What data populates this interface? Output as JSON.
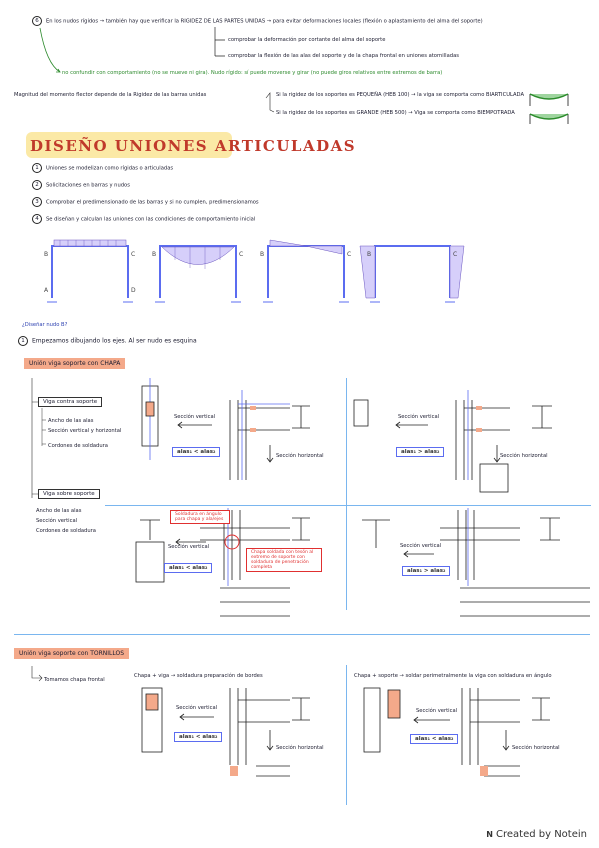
{
  "section1": {
    "num": "6",
    "intro": "En los nudos rígidos → también hay que verificar la RIGIDEZ DE LAS PARTES UNIDAS → para evitar deformaciones locales (flexión o aplastamiento del alma del soporte)",
    "branch1": "comprobar la deformación por cortante del alma del soporte",
    "branch2": "comprobar la flexión de las alas del soporte y de la chapa frontal en uniones atornilladas",
    "green_note": "no confundir con comportamiento (no se mueve ni gira). Nudo rígido: sí puede moverse y girar (no puede giros relativos entre extremos de barra)",
    "magnitude": "Magnitud del momento flector depende de la Rigidez de las barras unidas",
    "case1": "Si la rigidez de los soportes es PEQUEÑA (HEB 100) → la viga se comporta como BIARTICULADA",
    "case2": "Si la rigidez de los soportes es GRANDE (HEB 500) → Viga se comporta como BIEMPOTRADA"
  },
  "section2": {
    "title": "DISEÑO UNIONES ARTICULADAS",
    "items": [
      {
        "num": "1",
        "text": "Uniones se modelizan como rígidas o articuladas"
      },
      {
        "num": "2",
        "text": "Solicitaciones en barras y nudos"
      },
      {
        "num": "3",
        "text": "Comprobar el predimensionado de las barras y si no cumplen, predimensionamos"
      },
      {
        "num": "4",
        "text": "Se diseñan y calculan las uniones con las condiciones de comportamiento inicial"
      }
    ],
    "frame_labels": [
      "A",
      "B",
      "C",
      "D"
    ]
  },
  "section3": {
    "question": "¿Diseñar nudo B?",
    "step": "Empezamos dibujando los ejes. Al ser nudo es esquina",
    "union1": "Unión viga soporte con CHAPA",
    "viga_contra": "Viga contra soporte",
    "viga_contra_items": [
      "Ancho de las alas",
      "Sección vertical y horizontal",
      "Cordones de soldadura"
    ],
    "viga_sobre": "Viga sobre soporte",
    "viga_sobre_items": [
      "Ancho de las alas",
      "Sección vertical",
      "Cordones de soldadura"
    ],
    "seccion_vertical": "Sección vertical",
    "seccion_horizontal": "Sección horizontal",
    "cmp_lt": "alas₁ < alas₂",
    "cmp_gt": "alas₁ > alas₂",
    "red_note1": "Soldadura en ángulo para chapa y ala/ejes",
    "red_note2": "Chapa soldada con tesón al extremo de soporte con soldadura de penetración completa",
    "union2": "Unión viga soporte con TORNILLOS",
    "chapa_frontal": "Tomamos chapa frontal",
    "chapa_viga": "Chapa + viga → soldadura preparación de bordes",
    "chapa_soporte": "Chapa + soporte → soldar perimetralmente la viga con soldadura en ángulo"
  },
  "footer": {
    "brand": "Created by Notein",
    "logo": "N"
  },
  "colors": {
    "accent_red": "#c0392b",
    "highlight_yellow": "#fbe9a6",
    "highlight_orange": "#f4a98a",
    "sep_blue": "#7ab6ef",
    "diagram_blue": "#5b6cf0"
  }
}
